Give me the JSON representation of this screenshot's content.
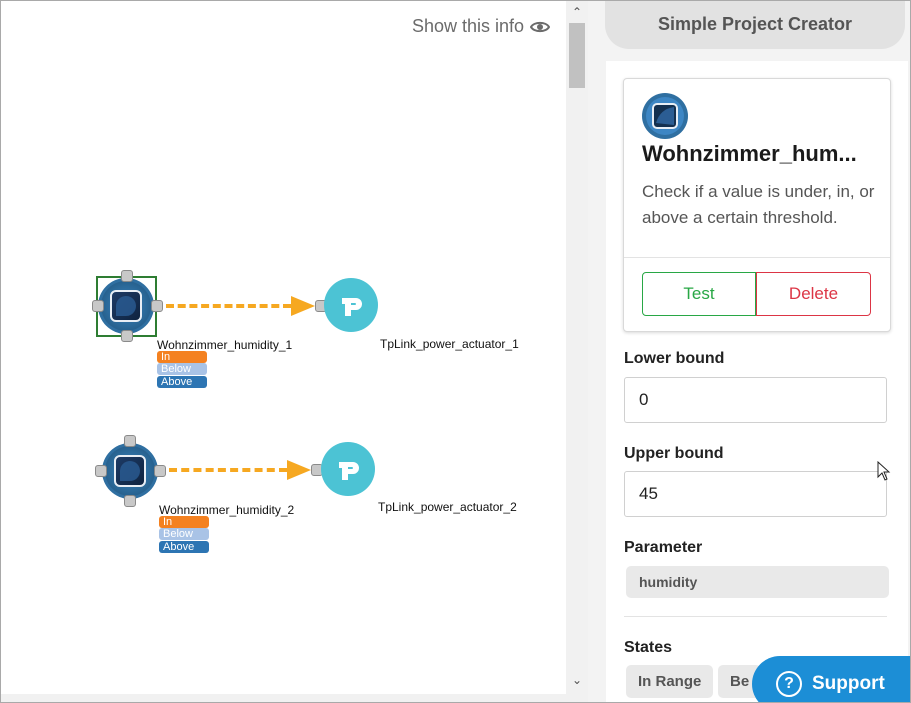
{
  "canvas": {
    "show_info_label": "Show this info",
    "nodes": [
      {
        "sensor_label": "Wohnzimmer_humidity_1",
        "actuator_label": "TpLink_power_actuator_1",
        "states": [
          "In Range",
          "Below",
          "Above"
        ],
        "selected": true
      },
      {
        "sensor_label": "Wohnzimmer_humidity_2",
        "actuator_label": "TpLink_power_actuator_2",
        "states": [
          "In Range",
          "Below",
          "Above"
        ],
        "selected": false
      }
    ]
  },
  "panel": {
    "title": "Simple Project Creator",
    "card": {
      "title": "Wohnzimmer_hum...",
      "description": "Check if a value is under, in, or above a certain threshold.",
      "test_label": "Test",
      "delete_label": "Delete"
    },
    "lower_bound": {
      "label": "Lower bound",
      "value": "0"
    },
    "upper_bound": {
      "label": "Upper bound",
      "value": "45"
    },
    "parameter": {
      "label": "Parameter",
      "value": "humidity"
    },
    "states": {
      "label": "States",
      "items": [
        "In Range",
        "Be"
      ]
    }
  },
  "support": {
    "label": "Support"
  },
  "colors": {
    "accent_orange": "#f6a821",
    "tag_in_range": "#f48120",
    "tag_below": "#a9c3e6",
    "tag_above": "#2d75b3",
    "actuator": "#4cc3d4",
    "test_green": "#28a745",
    "delete_red": "#dc3545",
    "support_blue": "#1c8ed6"
  },
  "icons": [
    "eye-icon",
    "humidity-sensor-icon",
    "tplink-icon",
    "question-icon",
    "mouse-cursor-icon"
  ]
}
